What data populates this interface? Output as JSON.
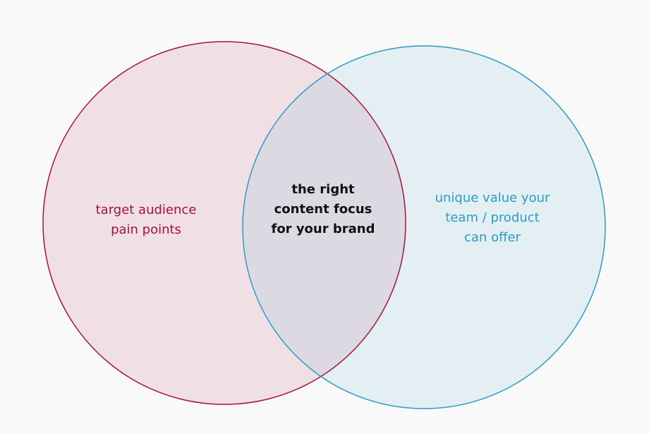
{
  "colors": {
    "left_stroke": "#a5123f",
    "left_fill": "#f0e0e5",
    "right_stroke": "#2b9cc4",
    "right_fill": "#e4eff4",
    "overlap_fill": "#dcd9e3"
  },
  "left": {
    "lines": [
      "target audience",
      "pain points"
    ]
  },
  "center": {
    "lines": [
      "the right",
      "content focus",
      "for your brand"
    ]
  },
  "right": {
    "lines": [
      "unique value your",
      "team / product",
      "can offer"
    ]
  }
}
